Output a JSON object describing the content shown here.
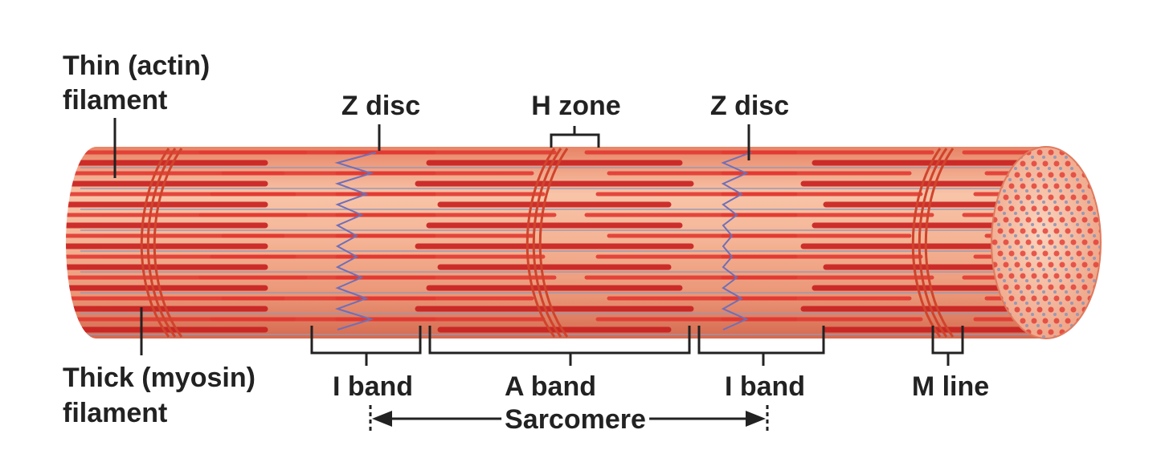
{
  "labels": {
    "thin_line1": "Thin (actin)",
    "thin_line2": "filament",
    "thick_line1": "Thick (myosin)",
    "thick_line2": "filament",
    "z_disc_left": "Z disc",
    "h_zone": "H zone",
    "z_disc_right": "Z disc",
    "i_band_left": "I band",
    "a_band": "A  band",
    "i_band_right": "I band",
    "m_line": "M line",
    "sarcomere": "Sarcomere"
  },
  "colors": {
    "fiber_base": "#f2b08e",
    "thin_filament": "#e23a32",
    "thick_filament": "#c82020",
    "z_disc_line": "#6f6fb8",
    "grey_filament": "#9898b4",
    "m_line_stripe": "#d0442c",
    "label_text": "#222222",
    "leader_line": "#222222"
  }
}
